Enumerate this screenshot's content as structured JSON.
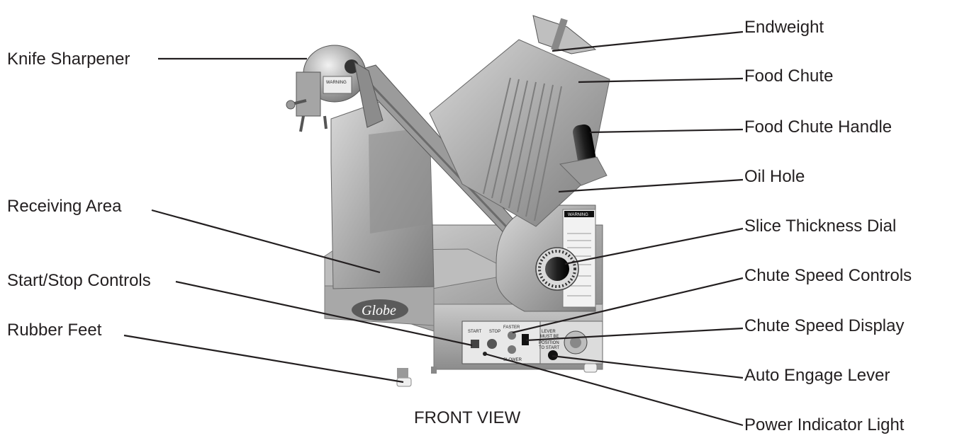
{
  "labels": {
    "knife_sharpener": "Knife Sharpener",
    "receiving_area": "Receiving Area",
    "start_stop_controls": "Start/Stop Controls",
    "rubber_feet": "Rubber Feet",
    "endweight": "Endweight",
    "food_chute": "Food Chute",
    "food_chute_handle": "Food Chute Handle",
    "oil_hole": "Oil Hole",
    "slice_thickness_dial": "Slice Thickness Dial",
    "chute_speed_controls": "Chute Speed Controls",
    "chute_speed_display": "Chute Speed Display",
    "auto_engage_lever": "Auto Engage Lever",
    "power_indicator_light": "Power Indicator Light"
  },
  "caption": "FRONT VIEW",
  "machine": {
    "brand": "Globe",
    "panel": {
      "start": "START",
      "stop": "STOP",
      "faster": "FASTER",
      "slower": "SLOWER",
      "lever_note_1": "LEVER",
      "lever_note_2": "MUST BE",
      "lever_note_3": "POSITION",
      "lever_note_4": "TO START"
    },
    "warning_title": "WARNING"
  }
}
